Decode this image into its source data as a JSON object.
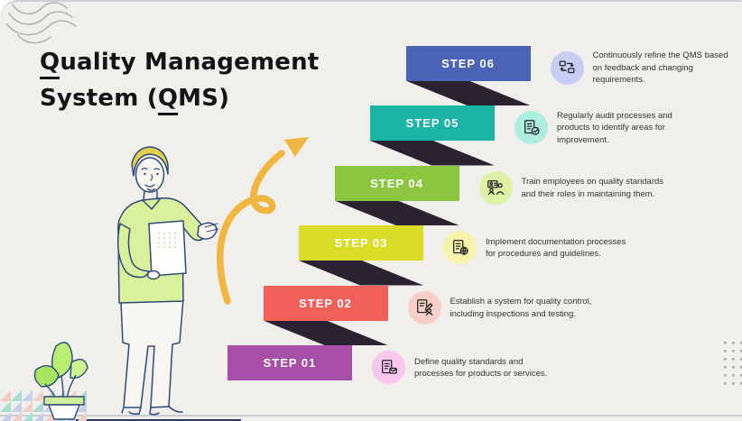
{
  "slide": {
    "title": {
      "line1_underlined": "Q",
      "line1_rest": "uality Management",
      "line2_pre": "System (",
      "line2_underlined": "Q",
      "line2_rest": "MS)"
    },
    "steps": [
      {
        "label": "STEP 01",
        "description": "Define quality standards and processes for products or services.",
        "bar_color": "#a74fa7",
        "icon_bg": "#f9c6ee",
        "icon": "document-mail-icon"
      },
      {
        "label": "STEP 02",
        "description": "Establish a system for quality control, including inspections and testing.",
        "bar_color": "#f2605c",
        "icon_bg": "#f8cfc8",
        "icon": "document-edit-icon"
      },
      {
        "label": "STEP 03",
        "description": "Implement documentation processes for procedures and guidelines.",
        "bar_color": "#d9dd25",
        "icon_bg": "#f8f3ad",
        "icon": "document-globe-icon"
      },
      {
        "label": "STEP 04",
        "description": "Train employees on quality standards and their roles in maintaining them.",
        "bar_color": "#8cc63f",
        "icon_bg": "#def2a5",
        "icon": "training-icon"
      },
      {
        "label": "STEP 05",
        "description": "Regularly audit processes and products to identify areas for improvement.",
        "bar_color": "#1ab5a4",
        "icon_bg": "#aeeee0",
        "icon": "audit-check-icon"
      },
      {
        "label": "STEP 06",
        "description": "Continuously refine the QMS based on feedback and changing requirements.",
        "bar_color": "#4a63b5",
        "icon_bg": "#c8cdf3",
        "icon": "refine-cycle-icon"
      }
    ],
    "colors": {
      "background": "#f0efeb",
      "ribbon": "#2b2231",
      "arrow": "#f1b63f",
      "title_text": "#141414",
      "step_label_text": "#ffffff"
    },
    "decor_icons": [
      "wavy-lines-icon",
      "curved-arrow-icon",
      "presenter-man-illustration",
      "potted-plant-illustration",
      "triangle-pattern",
      "dot-grid-pattern"
    ]
  }
}
